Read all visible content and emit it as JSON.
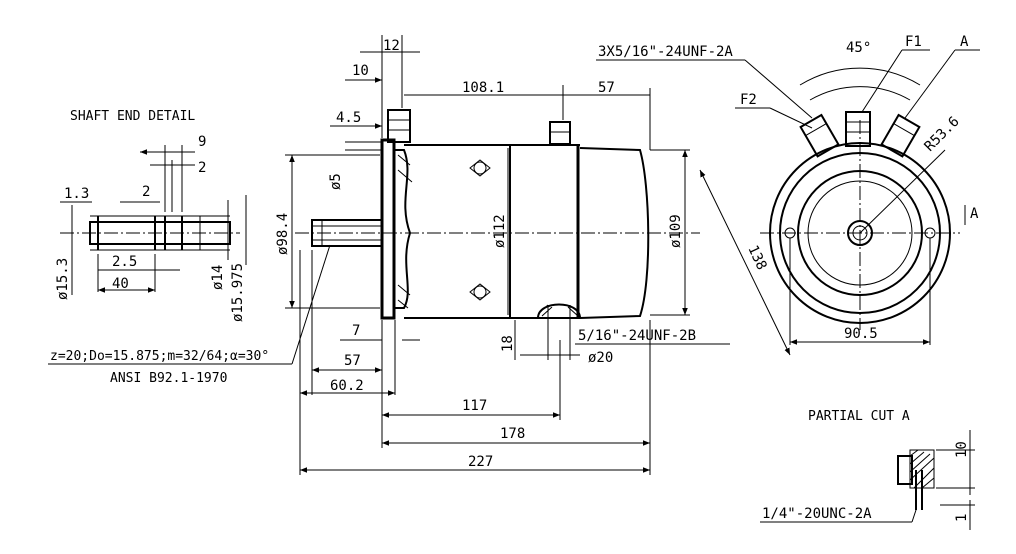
{
  "labels": {
    "shaft_end_detail": "SHAFT END DETAIL",
    "partial_cut": "PARTIAL CUT A",
    "gear_spec": "z=20;Do=15.875;m=32/64;α=30°",
    "standard": "ANSI B92.1-1970",
    "terminal_spec": "3X5/16\"-24UNF-2A",
    "mount_thread": "5/16\"-24UNF-2B",
    "cut_thread": "1/4\"-20UNC-2A",
    "terminal_f1": "F1",
    "terminal_f2": "F2",
    "terminal_a": "A",
    "section_a": "A",
    "radius": "R53.6"
  },
  "dims": {
    "d12": "12",
    "d10": "10",
    "d108_1": "108.1",
    "d57_top": "57",
    "d4_5": "4.5",
    "d5": "ø5",
    "d98_4": "ø98.4",
    "d112": "ø112",
    "d109": "ø109",
    "d7": "7",
    "d57_bot": "57",
    "d60_2": "60.2",
    "d18": "18",
    "d20": "ø20",
    "d117": "117",
    "d178": "178",
    "d227": "227",
    "s9": "9",
    "s2a": "2",
    "s1_3": "1.3",
    "s2b": "2",
    "s2_5": "2.5",
    "s40": "40",
    "s15_3": "ø15.3",
    "s14": "ø14",
    "s15_975": "ø15.975",
    "ang45": "45°",
    "d138": "138",
    "d90_5": "90.5",
    "c10": "10",
    "c1": "1"
  }
}
